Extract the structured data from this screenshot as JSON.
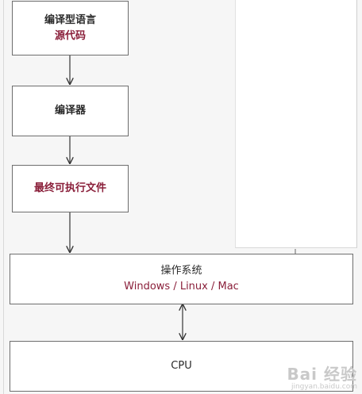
{
  "diagram": {
    "source_box": {
      "line1": "编译型语言",
      "line2": "源代码"
    },
    "compiler_box": {
      "label": "编译器"
    },
    "executable_box": {
      "label": "最终可执行文件"
    },
    "os_box": {
      "line1": "操作系统",
      "line2": "Windows / Linux / Mac"
    },
    "cpu_box": {
      "label": "CPU"
    }
  },
  "watermark": {
    "main": "Bai 经验",
    "sub": "jingyan.baidu.com"
  },
  "colors": {
    "text": "#2a2a2a",
    "accent": "#8a1f3a",
    "border": "#6e6e6e"
  }
}
